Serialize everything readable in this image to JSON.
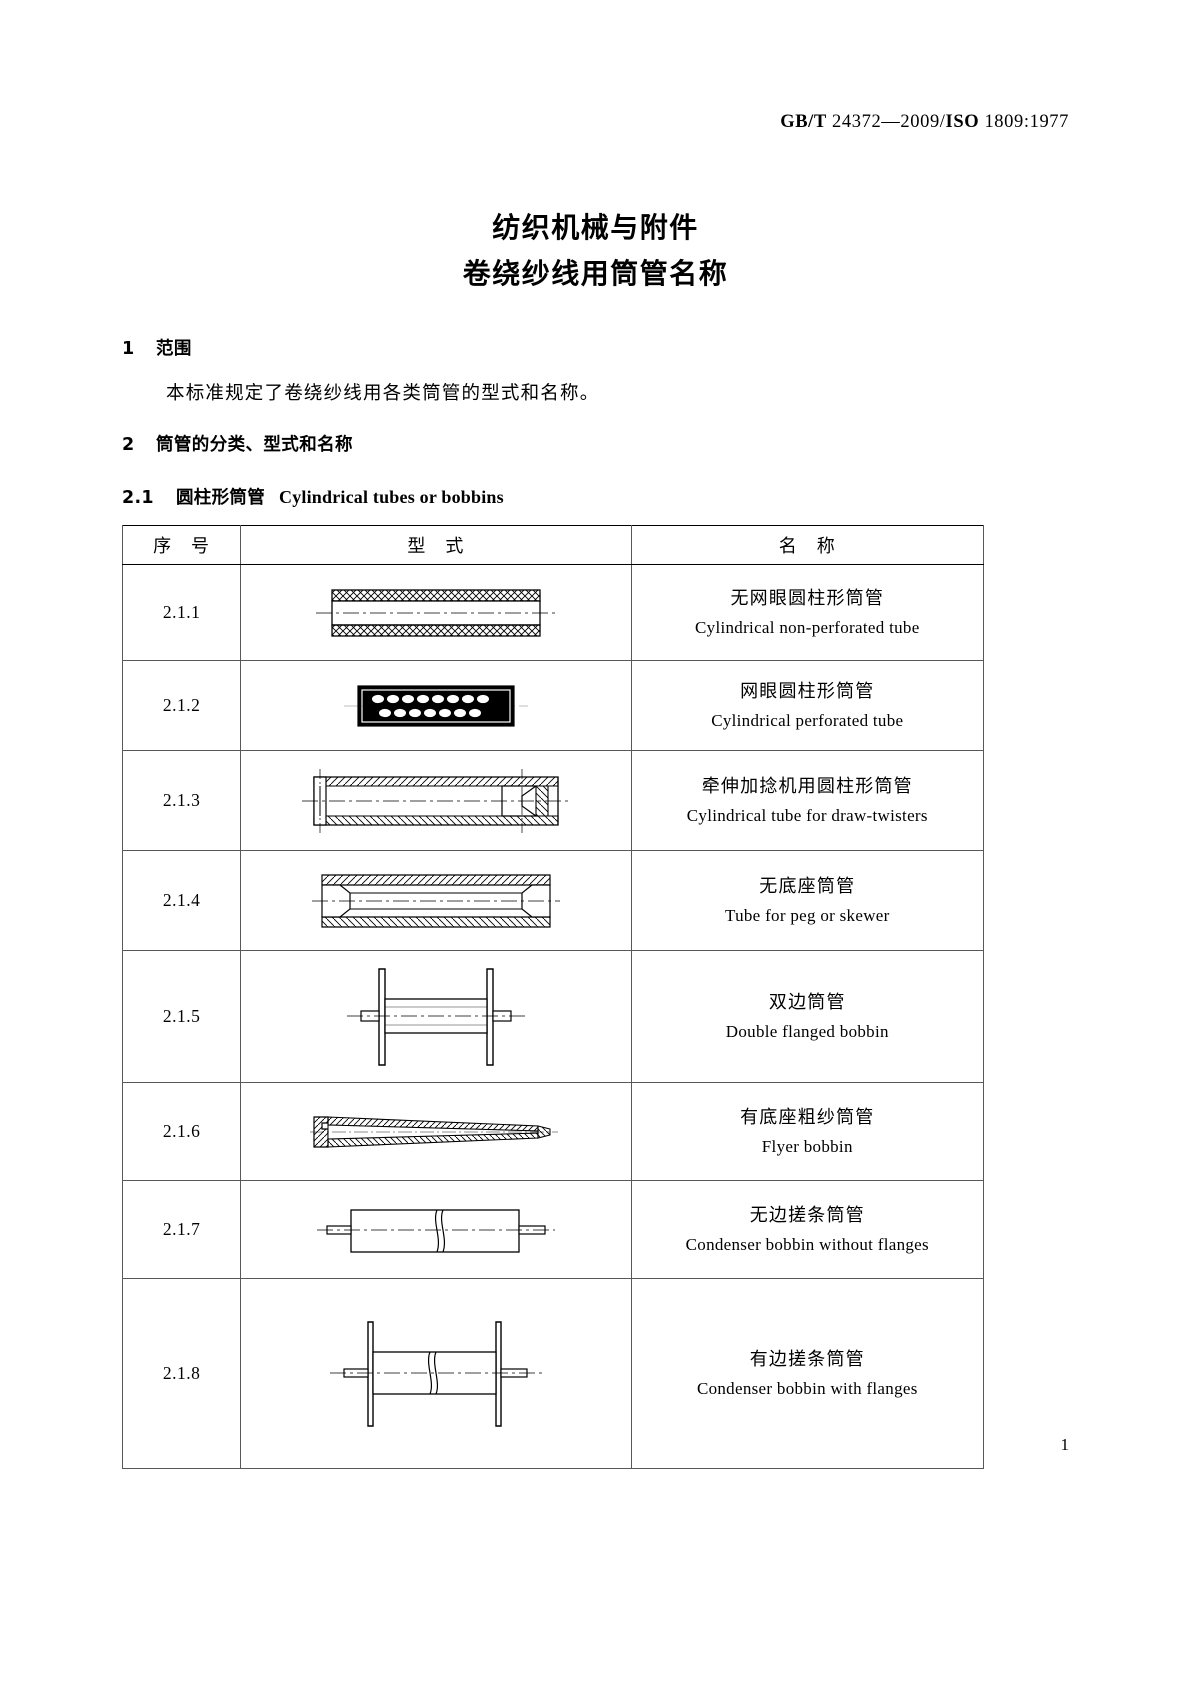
{
  "header": {
    "standard_ref": "GB/T 24372—2009/ISO 1809:1977",
    "standard_ref_part1": "GB/T",
    "standard_ref_part2": " 24372—2009/",
    "standard_ref_part3": "ISO",
    "standard_ref_part4": " 1809:1977"
  },
  "title": {
    "line1": "纺织机械与附件",
    "line2": "卷绕纱线用筒管名称"
  },
  "clause1": {
    "number": "1",
    "heading": "范围",
    "paragraph": "本标准规定了卷绕纱线用各类筒管的型式和名称。"
  },
  "clause2": {
    "number": "2",
    "heading": "筒管的分类、型式和名称"
  },
  "clause21": {
    "number": "2.1",
    "heading_cn": "圆柱形筒管",
    "heading_en": "Cylindrical tubes or bobbins"
  },
  "table": {
    "columns": [
      "序　号",
      "型　式",
      "名　称"
    ],
    "rows": [
      {
        "no": "2.1.1",
        "figure": "cylindrical-non-perforated-tube-diagram",
        "name_cn": "无网眼圆柱形筒管",
        "name_en": "Cylindrical non-perforated tube"
      },
      {
        "no": "2.1.2",
        "figure": "cylindrical-perforated-tube-diagram",
        "name_cn": "网眼圆柱形筒管",
        "name_en": "Cylindrical perforated tube"
      },
      {
        "no": "2.1.3",
        "figure": "cylindrical-tube-draw-twisters-diagram",
        "name_cn": "牵伸加捻机用圆柱形筒管",
        "name_en": "Cylindrical tube for draw-twisters"
      },
      {
        "no": "2.1.4",
        "figure": "tube-for-peg-or-skewer-diagram",
        "name_cn": "无底座筒管",
        "name_en": "Tube for peg or skewer"
      },
      {
        "no": "2.1.5",
        "figure": "double-flanged-bobbin-diagram",
        "name_cn": "双边筒管",
        "name_en": "Double flanged bobbin"
      },
      {
        "no": "2.1.6",
        "figure": "flyer-bobbin-diagram",
        "name_cn": "有底座粗纱筒管",
        "name_en": "Flyer bobbin"
      },
      {
        "no": "2.1.7",
        "figure": "condenser-bobbin-without-flanges-diagram",
        "name_cn": "无边搓条筒管",
        "name_en": "Condenser bobbin without flanges"
      },
      {
        "no": "2.1.8",
        "figure": "condenser-bobbin-with-flanges-diagram",
        "name_cn": "有边搓条筒管",
        "name_en": "Condenser bobbin with flanges"
      }
    ]
  },
  "footer": {
    "page_number": "1"
  }
}
